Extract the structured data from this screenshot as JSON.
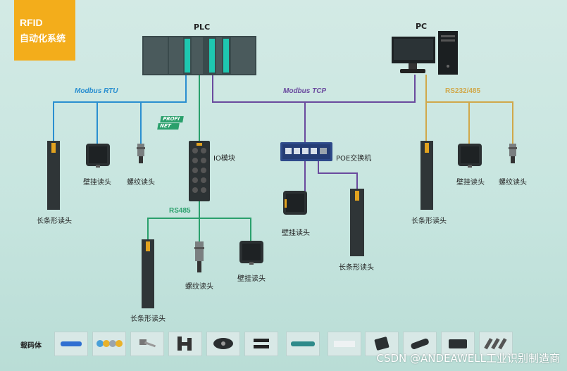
{
  "badge": {
    "line1": "RFID",
    "line2": "自动化系统"
  },
  "devices": {
    "plc_label": "PLC",
    "pc_label": "PC",
    "io_label": "IO模块",
    "poe_label": "POE交换机"
  },
  "protocols": {
    "modbus_rtu": "Modbus RTU",
    "modbus_tcp": "Modbus TCP",
    "profinet_top": "PROFI",
    "profinet_bottom": "NET",
    "rs485_io": "RS485",
    "rs232_485": "RS232/485"
  },
  "readers": {
    "long_bar": "长条形读头",
    "wall_mount": "壁挂读头",
    "threaded": "螺纹读头"
  },
  "carriers": {
    "label": "载码体",
    "icons": [
      "rfid-tag-blue-icon",
      "rfid-tag-coins-icon",
      "rfid-tag-screw-icon",
      "rfid-tag-bracket-icon",
      "rfid-tag-disc-icon",
      "rfid-tag-black-bar-icon",
      "rfid-tag-teal-bar-icon",
      "rfid-tag-white-card-icon",
      "rfid-tag-dark-square-icon",
      "rfid-tag-capsule-icon",
      "rfid-tag-wide-icon",
      "rfid-tag-pins-icon"
    ]
  },
  "colors": {
    "modbus_rtu": "#2a8fd0",
    "modbus_tcp": "#6a4a9e",
    "profinet": "#2aa06c",
    "rs485": "#2aa06c",
    "rs232": "#d0a84a",
    "badge": "#f3ad1b"
  },
  "watermark": "CSDN @ANDEAWELL工业识别制造商"
}
